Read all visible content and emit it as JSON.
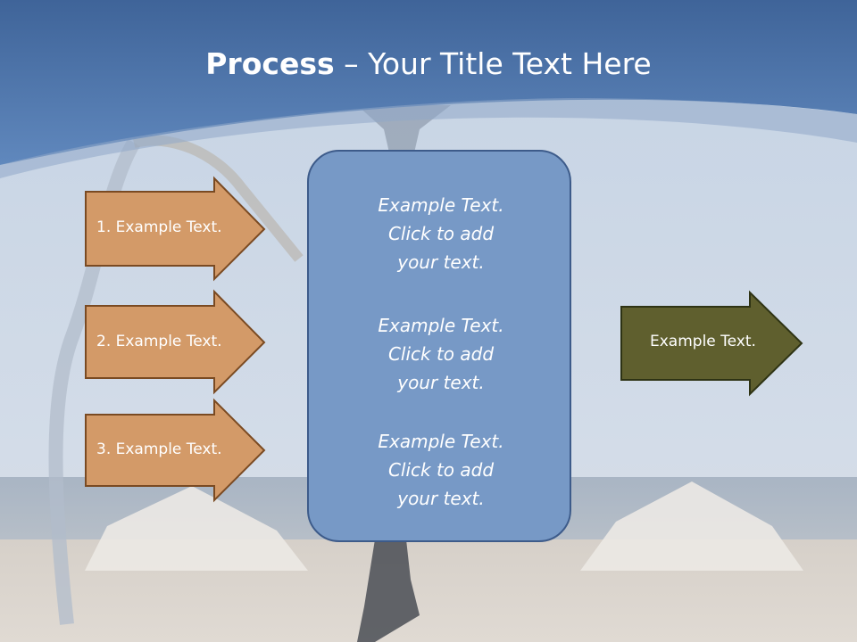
{
  "slide": {
    "title_bold": "Process",
    "title_rest": " – Your Title Text Here",
    "left_arrows": [
      {
        "label": "1. Example Text."
      },
      {
        "label": "2. Example Text."
      },
      {
        "label": "3. Example Text."
      }
    ],
    "center_blocks": [
      {
        "line1": "Example Text.",
        "line2": "Click  to add",
        "line3": "your text."
      },
      {
        "line1": "Example Text.",
        "line2": "Click  to add",
        "line3": "your text."
      },
      {
        "line1": "Example Text.",
        "line2": "Click  to add",
        "line3": "your text."
      }
    ],
    "right_arrow": {
      "label": "Example Text."
    },
    "colors": {
      "header_blue": "#4f78ac",
      "center_box": "#7799c6",
      "left_arrow_fill": "#d39a68",
      "left_arrow_border": "#7a4a22",
      "right_arrow_fill": "#5f5f2e",
      "right_arrow_border": "#2e3314"
    }
  }
}
